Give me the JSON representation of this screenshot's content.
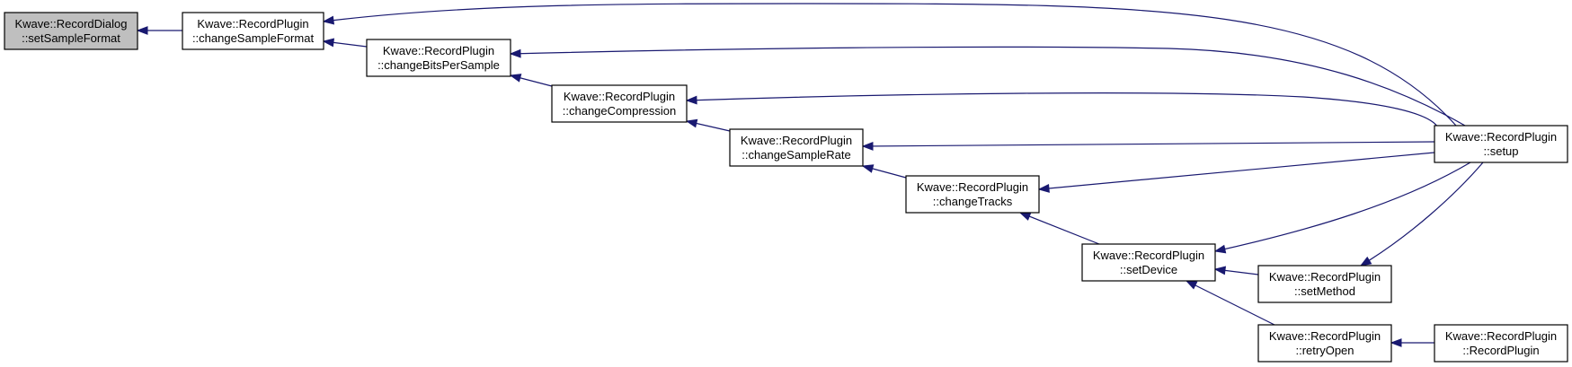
{
  "colors": {
    "edge": "#191970",
    "node_fill": "#ffffff",
    "highlighted_fill": "#bfbfbf",
    "border": "#000000"
  },
  "nodes": [
    {
      "id": "rd_setSampleFormat",
      "line1": "Kwave::RecordDialog",
      "line2": "::setSampleFormat",
      "highlighted": true
    },
    {
      "id": "rp_changeSampleFormat",
      "line1": "Kwave::RecordPlugin",
      "line2": "::changeSampleFormat"
    },
    {
      "id": "rp_changeBitsPerSample",
      "line1": "Kwave::RecordPlugin",
      "line2": "::changeBitsPerSample"
    },
    {
      "id": "rp_changeCompression",
      "line1": "Kwave::RecordPlugin",
      "line2": "::changeCompression"
    },
    {
      "id": "rp_changeSampleRate",
      "line1": "Kwave::RecordPlugin",
      "line2": "::changeSampleRate"
    },
    {
      "id": "rp_changeTracks",
      "line1": "Kwave::RecordPlugin",
      "line2": "::changeTracks"
    },
    {
      "id": "rp_setDevice",
      "line1": "Kwave::RecordPlugin",
      "line2": "::setDevice"
    },
    {
      "id": "rp_setMethod",
      "line1": "Kwave::RecordPlugin",
      "line2": "::setMethod"
    },
    {
      "id": "rp_retryOpen",
      "line1": "Kwave::RecordPlugin",
      "line2": "::retryOpen"
    },
    {
      "id": "rp_setup",
      "line1": "Kwave::RecordPlugin",
      "line2": "::setup"
    },
    {
      "id": "rp_RecordPlugin",
      "line1": "Kwave::RecordPlugin",
      "line2": "::RecordPlugin"
    }
  ],
  "edges": [
    {
      "from": "rp_changeSampleFormat",
      "to": "rd_setSampleFormat"
    },
    {
      "from": "rp_changeBitsPerSample",
      "to": "rp_changeSampleFormat"
    },
    {
      "from": "rp_setup",
      "to": "rp_changeSampleFormat"
    },
    {
      "from": "rp_changeCompression",
      "to": "rp_changeBitsPerSample"
    },
    {
      "from": "rp_setup",
      "to": "rp_changeBitsPerSample"
    },
    {
      "from": "rp_changeSampleRate",
      "to": "rp_changeCompression"
    },
    {
      "from": "rp_setup",
      "to": "rp_changeCompression"
    },
    {
      "from": "rp_changeTracks",
      "to": "rp_changeSampleRate"
    },
    {
      "from": "rp_setup",
      "to": "rp_changeSampleRate"
    },
    {
      "from": "rp_setDevice",
      "to": "rp_changeTracks"
    },
    {
      "from": "rp_setup",
      "to": "rp_changeTracks"
    },
    {
      "from": "rp_setup",
      "to": "rp_setDevice"
    },
    {
      "from": "rp_setMethod",
      "to": "rp_setDevice"
    },
    {
      "from": "rp_retryOpen",
      "to": "rp_setDevice"
    },
    {
      "from": "rp_setup",
      "to": "rp_setMethod"
    },
    {
      "from": "rp_RecordPlugin",
      "to": "rp_retryOpen"
    }
  ]
}
